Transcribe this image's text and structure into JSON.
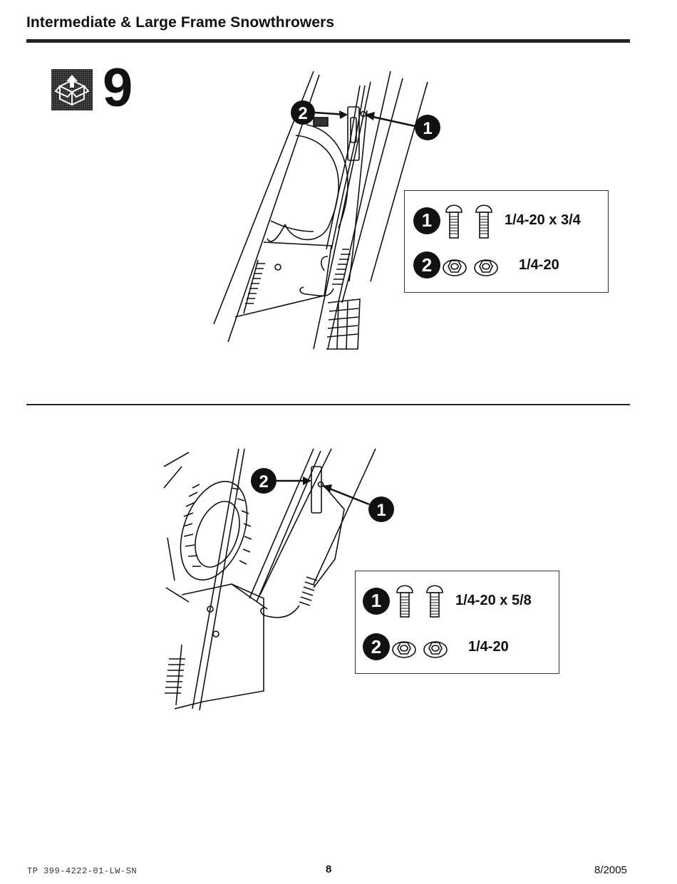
{
  "header": {
    "title": "Intermediate & Large Frame Snowthrowers"
  },
  "step": {
    "number": "9",
    "icon": "box-contents-icon"
  },
  "figure1": {
    "callouts": [
      "1",
      "2"
    ],
    "parts": [
      {
        "callout": "1",
        "spec": "1/4-20 x 3/4",
        "icon": "carriage-bolt-icon"
      },
      {
        "callout": "2",
        "spec": "1/4-20",
        "icon": "hex-flange-nut-icon"
      }
    ]
  },
  "figure2": {
    "callouts": [
      "1",
      "2"
    ],
    "parts": [
      {
        "callout": "1",
        "spec": "1/4-20 x 5/8",
        "icon": "carriage-bolt-icon"
      },
      {
        "callout": "2",
        "spec": "1/4-20",
        "icon": "hex-flange-nut-icon"
      }
    ]
  },
  "footer": {
    "doc_number": "TP 399-4222-01-LW-SN",
    "page": "8",
    "date": "8/2005"
  }
}
